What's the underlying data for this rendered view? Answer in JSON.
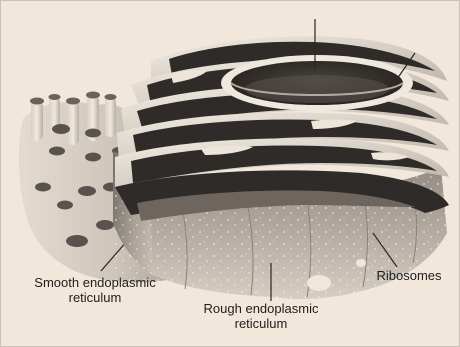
{
  "diagram": {
    "labels": {
      "smooth_er": "Smooth endoplasmic reticulum",
      "rough_er": "Rough endoplasmic reticulum",
      "ribosomes": "Ribosomes"
    },
    "unlabeled_pointers": [
      "",
      ""
    ],
    "colors": {
      "background": "#f1e7da",
      "lumen_dark": "#2f2b28",
      "membrane_light": "#ede5da",
      "membrane_mid": "#9d958c",
      "ribosome_dot": "#f5f0e8",
      "text": "#1e1e1e"
    }
  }
}
